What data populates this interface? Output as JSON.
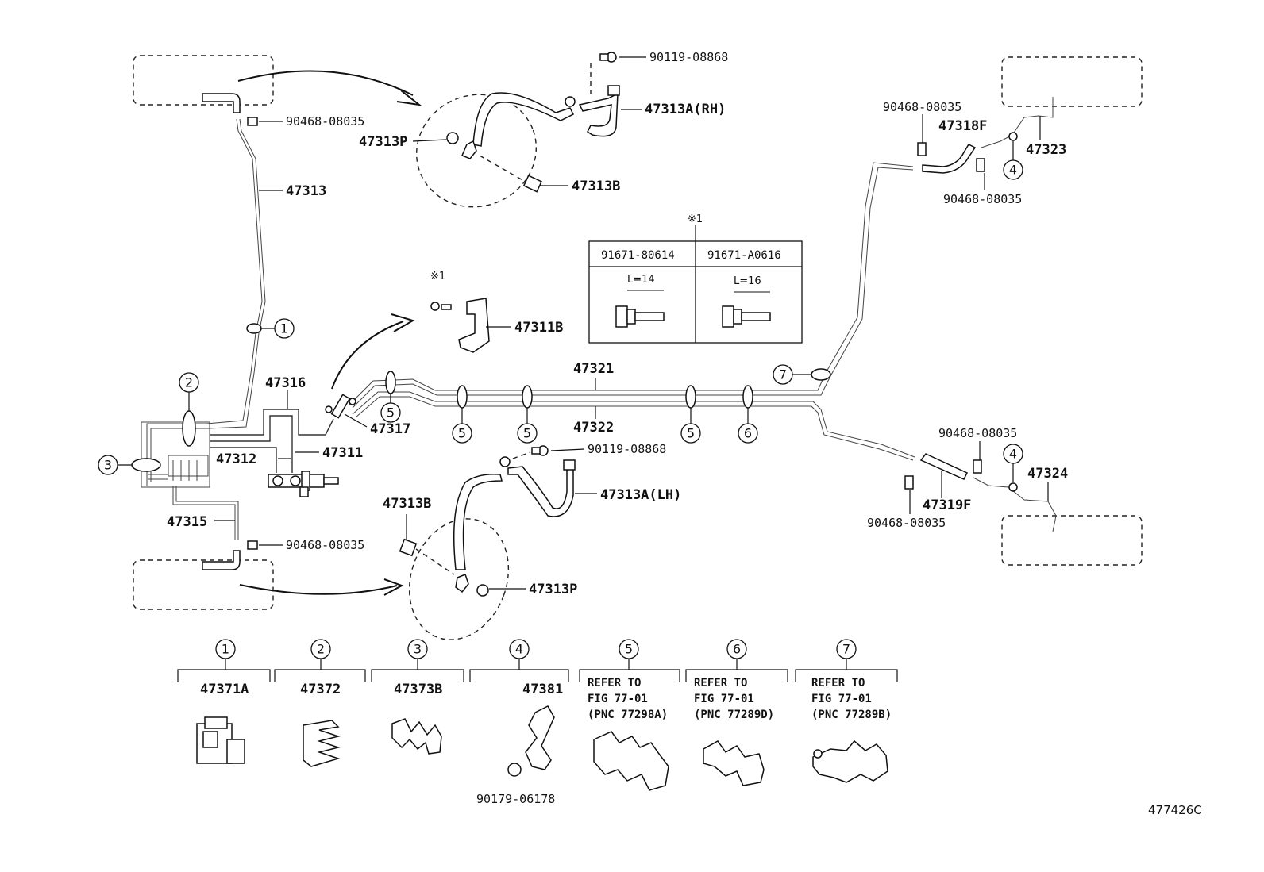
{
  "labels": {
    "l_90119_08868_top": "90119-08868",
    "l_47313A_RH": "47313A(RH)",
    "l_90468_08035_tl": "90468-08035",
    "l_47313P_top": "47313P",
    "l_47313B_top": "47313B",
    "l_47313": "47313",
    "l_90468_08035_tr1": "90468-08035",
    "l_47318F": "47318F",
    "l_47323": "47323",
    "l_90468_08035_tr2": "90468-08035",
    "l_47311B": "47311B",
    "l_47316": "47316",
    "l_47321": "47321",
    "l_47322": "47322",
    "l_47317": "47317",
    "l_47312": "47312",
    "l_47311": "47311",
    "l_90119_08868_bot": "90119-08868",
    "l_47313A_LH": "47313A(LH)",
    "l_47313B_bot": "47313B",
    "l_47315": "47315",
    "l_90468_08035_bl": "90468-08035",
    "l_47313P_bot": "47313P",
    "l_90468_08035_br1": "90468-08035",
    "l_47324": "47324",
    "l_47319F": "47319F",
    "l_90468_08035_br2": "90468-08035"
  },
  "note_mark": "※1",
  "bolt_table": {
    "note": "※1",
    "col1": {
      "part": "91671-80614",
      "length": "L=14"
    },
    "col2": {
      "part": "91671-A0616",
      "length": "L=16"
    }
  },
  "callouts": {
    "c1": "1",
    "c2": "2",
    "c3": "3",
    "c4a": "4",
    "c4b": "4",
    "c5a": "5",
    "c5b": "5",
    "c5c": "5",
    "c5d": "5",
    "c6": "6",
    "c7": "7"
  },
  "legend": [
    {
      "num": "1",
      "part": "47371A"
    },
    {
      "num": "2",
      "part": "47372"
    },
    {
      "num": "3",
      "part": "47373B"
    },
    {
      "num": "4",
      "part": "47381",
      "sub": "90179-06178"
    },
    {
      "num": "5",
      "ref1": "REFER TO",
      "ref2": "FIG 77-01",
      "ref3": "(PNC 77298A)"
    },
    {
      "num": "6",
      "ref1": "REFER TO",
      "ref2": "FIG 77-01",
      "ref3": "(PNC 77289D)"
    },
    {
      "num": "7",
      "ref1": "REFER TO",
      "ref2": "FIG 77-01",
      "ref3": "(PNC 77289B)"
    }
  ],
  "figure_code": "477426C"
}
